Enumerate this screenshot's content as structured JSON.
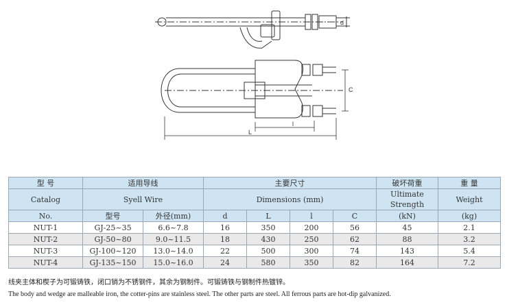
{
  "drawing": {
    "labels": {
      "d": "d",
      "C": "C",
      "l": "l",
      "L": "L"
    }
  },
  "table": {
    "header": {
      "catalog": [
        "型 号",
        "Catalog",
        "No."
      ],
      "wire": [
        "适用导线",
        "Syell Wire"
      ],
      "wire_sub": [
        "型号",
        "外径(mm)"
      ],
      "dimensions": [
        "主要尺寸",
        "Dimensions (mm)"
      ],
      "dim_sub": [
        "d",
        "L",
        "l",
        "C"
      ],
      "strength": [
        "破坏荷重",
        "Ultimate Strength",
        "(kN)"
      ],
      "weight": [
        "重 量",
        "Weight",
        "(kg)"
      ]
    },
    "rows": [
      [
        "NUT-1",
        "GJ-25~35",
        "6.6~7.8",
        "16",
        "350",
        "200",
        "56",
        "45",
        "2.1"
      ],
      [
        "NUT-2",
        "GJ-50~80",
        "9.0~11.5",
        "18",
        "430",
        "250",
        "62",
        "88",
        "3.2"
      ],
      [
        "NUT-3",
        "GJ-100~120",
        "13.0~14.0",
        "22",
        "500",
        "300",
        "74",
        "143",
        "5.4"
      ],
      [
        "NUT-4",
        "GJ-135~150",
        "15.0~16.0",
        "24",
        "580",
        "350",
        "82",
        "164",
        "7.2"
      ]
    ]
  },
  "notes": {
    "cn": "线夹主体和楔子为可锻铸铁，闭口销为不锈钢件，其余为钢制件。可锻铸铁与钢制件热镀锌。",
    "en": "The body and wedge are malleable iron, the cotter-pins are stainless steel. The other parts are steel. All ferrous parts are hot-dip galvanized."
  }
}
